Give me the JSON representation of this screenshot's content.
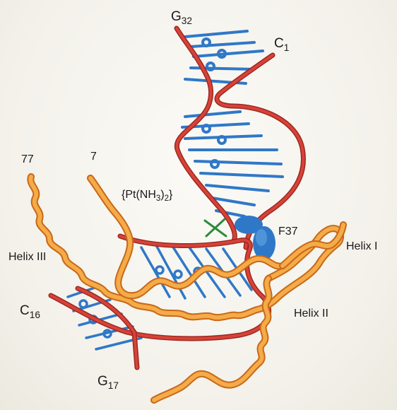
{
  "labels": {
    "g32": {
      "base": "G",
      "sub": "32"
    },
    "c1": {
      "base": "C",
      "sub": "1"
    },
    "n77": {
      "base": "77"
    },
    "n7": {
      "base": "7"
    },
    "pt": {
      "a": "{Pt(NH",
      "sub1": "3",
      "b": ")",
      "sub2": "2",
      "c": "}"
    },
    "f37": {
      "base": "F37"
    },
    "helix1": {
      "base": "Helix I"
    },
    "helix3": {
      "base": "Helix III"
    },
    "c16": {
      "base": "C",
      "sub": "16"
    },
    "helix2": {
      "base": "Helix II"
    },
    "g17": {
      "base": "G",
      "sub": "17"
    }
  },
  "colors": {
    "rna_backbone": "#c9382f",
    "bases": "#2f78c8",
    "protein_coil": "#f0a040",
    "protein_edge": "#c86818",
    "phenylalanine": "#2f78c8",
    "platinum_cross": "#2e8b3c"
  }
}
